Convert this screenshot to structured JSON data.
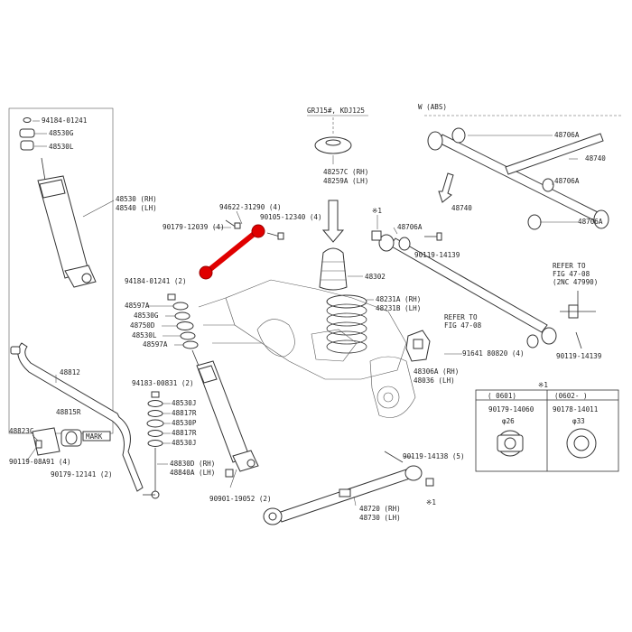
{
  "labels": {
    "p94184_01241_top": "94184-01241",
    "p48530G_top": "48530G",
    "p48530L_top": "48530L",
    "p48530_rh": "48530 (RH)",
    "p48540_lh": "48540 (LH)",
    "variant_grj": "GRJ15#, KDJ125",
    "p48257C": "48257C (RH)",
    "p48259A": "48259A (LH)",
    "p94622": "94622-31290 (4)",
    "p90105": "90105-12340 (4)",
    "p90179_12039": "90179-12039 (4)",
    "p48302": "48302",
    "p48231A": "48231A (RH)",
    "p48231B": "48231B (LH)",
    "p94184_01241_mid": "94184-01241 (2)",
    "p48597A_1": "48597A",
    "p48530G_mid": "48530G",
    "p48750D": "48750D",
    "p48530L_mid": "48530L",
    "p48597A_2": "48597A",
    "abs_note": "W (ABS)",
    "p48706A_1": "48706A",
    "p48740_1": "48740",
    "p48706A_2": "48706A",
    "p48740_2": "48740",
    "p48706A_3": "48706A",
    "p48706A_4": "48706A",
    "note1_a": "※1",
    "p90119_14139_a": "90119-14139",
    "refer_1_a": "REFER TO",
    "refer_1_b": "FIG 47-08",
    "refer_1_c": "(2NC 47990)",
    "refer_2_a": "REFER TO",
    "refer_2_b": "FIG 47-08",
    "p91641": "91641 80820 (4)",
    "p90119_14139_b": "90119-14139",
    "p48306A": "48306A (RH)",
    "p48036": "48036 (LH)",
    "p48812": "48812",
    "p94183": "94183-00831 (2)",
    "p48530J_1": "48530J",
    "p48817R_1": "48817R",
    "p48530P": "48530P",
    "p48817R_2": "48817R",
    "p48530J_2": "48530J",
    "p48815R": "48815R",
    "p48823C": "48823C",
    "mark": "MARK",
    "p90119_08A91": "90119-08A91 (4)",
    "p90179_12141": "90179-12141 (2)",
    "p48830D": "48830D (RH)",
    "p48840A": "48840A (LH)",
    "p90901": "90901-19052 (2)",
    "p90119_14138": "90119-14138 (5)",
    "note1_b": "※1",
    "p48720": "48720 (RH)",
    "p48730": "48730 (LH)",
    "box_title": "※1",
    "box_col1": "(    0601)",
    "box_col2": "(0602-    )",
    "box_part1": "90179-14060",
    "box_dia1": "φ26",
    "box_part2": "90178-14011",
    "box_dia2": "φ33"
  },
  "colors": {
    "line": "#333333",
    "highlight": "#e00000",
    "background": "#ffffff"
  }
}
